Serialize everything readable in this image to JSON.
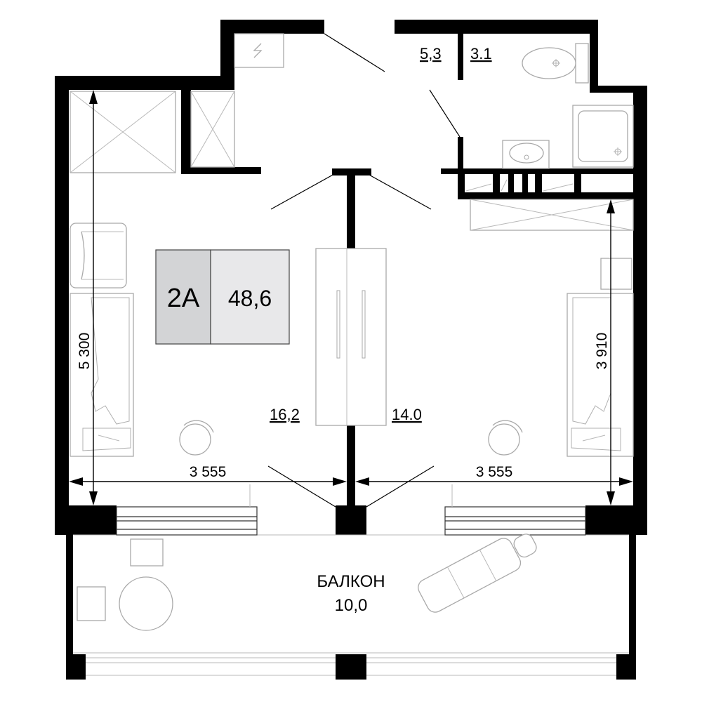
{
  "apartment": {
    "type_label": "2A",
    "total_area": "48,6",
    "badge_colors": {
      "type_bg": "#d3d4d6",
      "area_bg": "#e8e8ea",
      "border": "#444444"
    }
  },
  "rooms": {
    "hallway_area": "5,3",
    "bathroom_area": "3.1",
    "left_room_area": "16,2",
    "right_room_area": "14.0",
    "balcony_name": "БАЛКОН",
    "balcony_area": "10,0"
  },
  "dimensions": {
    "left_height": "5 300",
    "right_height": "3 910",
    "left_width": "3 555",
    "right_width": "3 555"
  }
}
